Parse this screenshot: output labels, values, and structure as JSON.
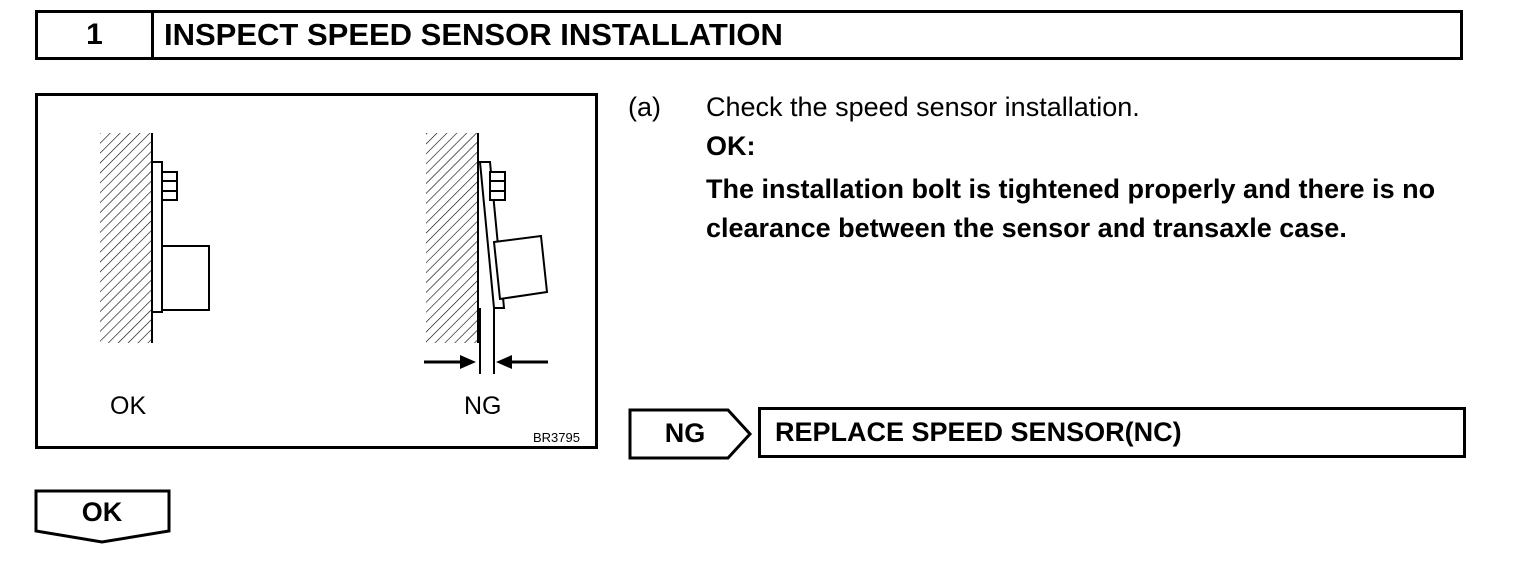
{
  "step": {
    "number": "1",
    "title": "INSPECT SPEED SENSOR INSTALLATION"
  },
  "figure": {
    "label_ok": "OK",
    "label_ng": "NG",
    "figure_id": "BR3795"
  },
  "instruction": {
    "marker": "(a)",
    "text": "Check the speed sensor installation.",
    "ok_label": "OK:",
    "ok_criteria": "The installation bolt is tightened properly and there is no clearance between the sensor and transaxle case."
  },
  "ng_branch": {
    "label": "NG",
    "action": "REPLACE SPEED SENSOR(NC)"
  },
  "ok_branch": {
    "label": "OK"
  }
}
